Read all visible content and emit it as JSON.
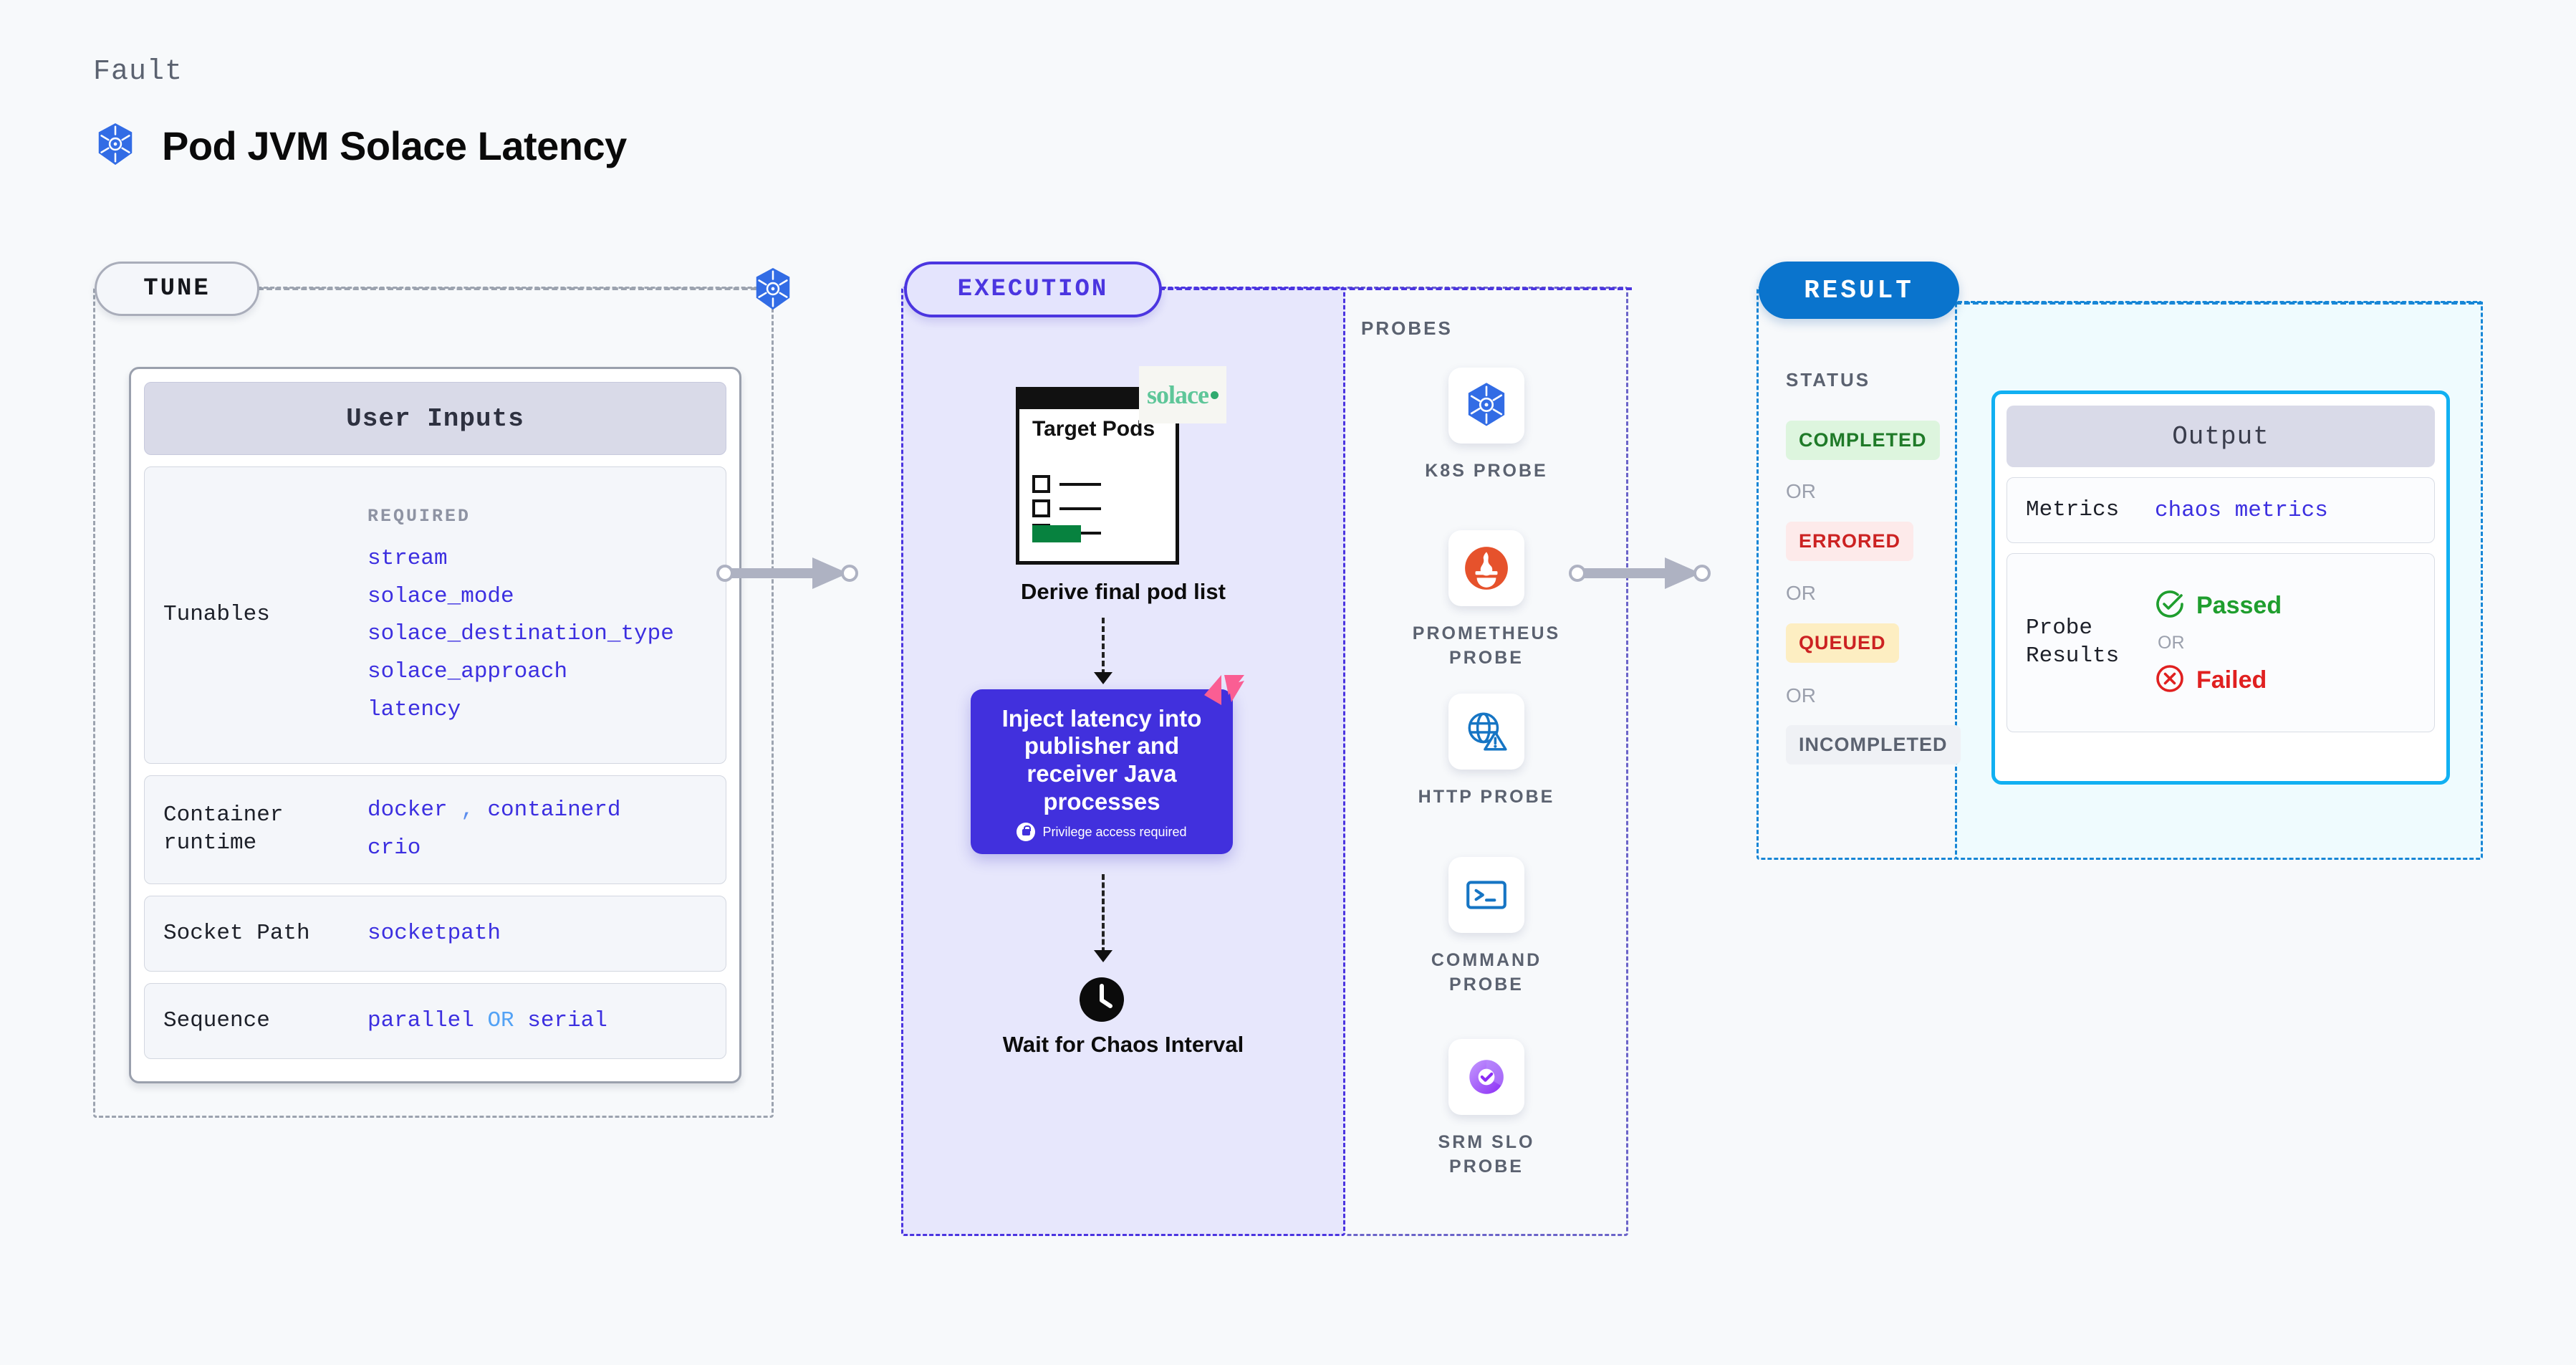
{
  "header": {
    "eyebrow": "Fault",
    "title": "Pod JVM Solace Latency",
    "icon": "kubernetes-icon"
  },
  "stages": {
    "tune": {
      "label": "TUNE"
    },
    "execution": {
      "label": "EXECUTION"
    },
    "result": {
      "label": "RESULT"
    }
  },
  "tune": {
    "card_title": "User Inputs",
    "rows": [
      {
        "label": "Tunables",
        "required_caption": "REQUIRED",
        "values": [
          "stream",
          "solace_mode",
          "solace_destination_type",
          "solace_approach",
          "latency"
        ]
      },
      {
        "label": "Container runtime",
        "values": [
          "docker",
          "containerd",
          "crio"
        ],
        "separator": ","
      },
      {
        "label": "Socket Path",
        "values": [
          "socketpath"
        ]
      },
      {
        "label": "Sequence",
        "values": [
          "parallel",
          "serial"
        ],
        "joiner": "OR"
      }
    ]
  },
  "execution": {
    "pod_card": {
      "title": "Target Pods",
      "brand": "solace",
      "checkbox_count": 3
    },
    "step_derive": "Derive final pod list",
    "inject": {
      "text": "Inject latency into publisher and receiver Java processes",
      "privilege_note": "Privilege access required",
      "badge": "litmuschaos-icon"
    },
    "step_wait": "Wait for Chaos Interval"
  },
  "probes": {
    "heading": "PROBES",
    "items": [
      {
        "name": "K8S PROBE",
        "icon": "kubernetes-icon"
      },
      {
        "name": "PROMETHEUS PROBE",
        "icon": "prometheus-icon"
      },
      {
        "name": "HTTP PROBE",
        "icon": "globe-warning-icon"
      },
      {
        "name": "COMMAND PROBE",
        "icon": "terminal-icon"
      },
      {
        "name": "SRM SLO PROBE",
        "icon": "srm-slo-icon"
      }
    ]
  },
  "result": {
    "status_heading": "STATUS",
    "or_label": "OR",
    "statuses": [
      {
        "label": "COMPLETED",
        "bg": "#ddf5de",
        "fg": "#1f7a28"
      },
      {
        "label": "ERRORED",
        "bg": "#fdeaea",
        "fg": "#cc2222"
      },
      {
        "label": "QUEUED",
        "bg": "#fdeec2",
        "fg": "#cc2222"
      },
      {
        "label": "INCOMPLETED",
        "bg": "#eff1f5",
        "fg": "#5b6270"
      }
    ]
  },
  "output": {
    "card_title": "Output",
    "metrics_label": "Metrics",
    "metrics_value": "chaos metrics",
    "probe_results_label": "Probe Results",
    "passed_label": "Passed",
    "failed_label": "Failed",
    "or_label": "OR"
  },
  "colors": {
    "accent_purple": "#4130dd",
    "accent_blue": "#0a74cd",
    "accent_cyan": "#11b0f2",
    "kubernetes_blue": "#326ce5",
    "code_purple": "#3c2fe0",
    "background": "#f7f9fb"
  }
}
